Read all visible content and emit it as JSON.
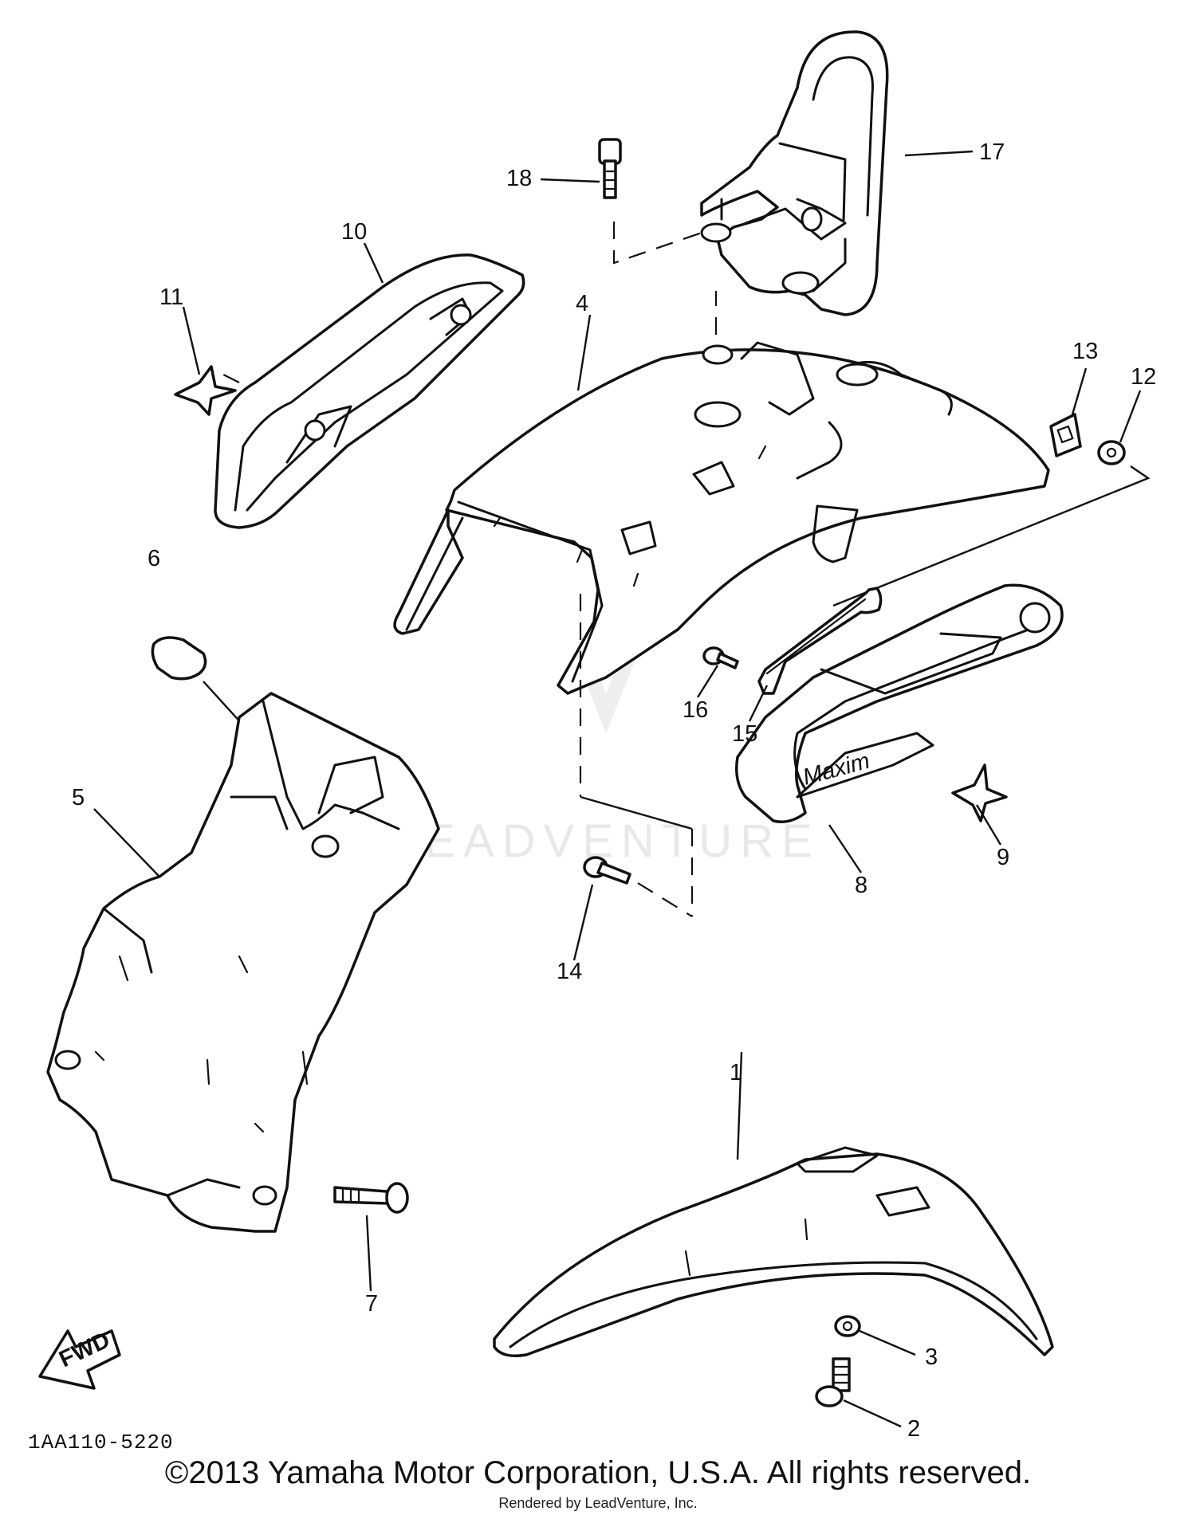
{
  "callouts": [
    {
      "id": "1",
      "label": "1"
    },
    {
      "id": "2",
      "label": "2"
    },
    {
      "id": "3",
      "label": "3"
    },
    {
      "id": "4",
      "label": "4"
    },
    {
      "id": "5",
      "label": "5"
    },
    {
      "id": "6",
      "label": "6"
    },
    {
      "id": "7",
      "label": "7"
    },
    {
      "id": "8",
      "label": "8"
    },
    {
      "id": "9",
      "label": "9"
    },
    {
      "id": "10",
      "label": "10"
    },
    {
      "id": "11",
      "label": "11"
    },
    {
      "id": "12",
      "label": "12"
    },
    {
      "id": "13",
      "label": "13"
    },
    {
      "id": "14",
      "label": "14"
    },
    {
      "id": "15",
      "label": "15"
    },
    {
      "id": "16",
      "label": "16"
    },
    {
      "id": "17",
      "label": "17"
    },
    {
      "id": "18",
      "label": "18"
    }
  ],
  "diagram_code": "1AA110-5220",
  "direction_arrow_label": "FWD",
  "side_cover_lettering": "Maxim",
  "watermark": "LEADVENTURE",
  "copyright": "©2013 Yamaha Motor Corporation, U.S.A. All rights reserved.",
  "rendered_by": "Rendered by LeadVenture, Inc."
}
